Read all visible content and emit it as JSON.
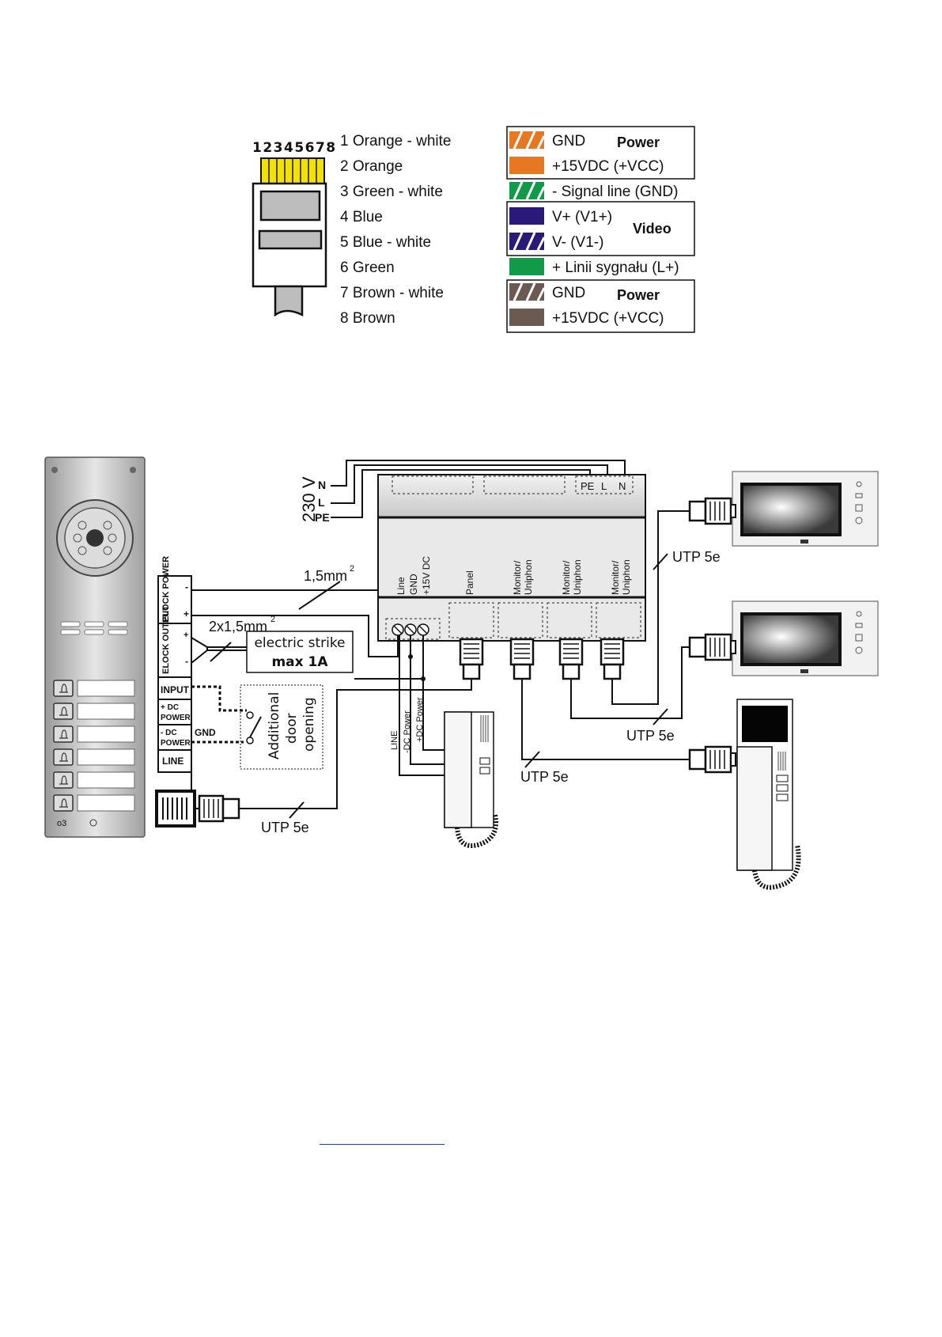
{
  "connector": {
    "pin_numbers": "12345678",
    "pins": [
      {
        "label": "1 Orange - white"
      },
      {
        "label": "2 Orange"
      },
      {
        "label": "3 Green - white"
      },
      {
        "label": "4 Blue"
      },
      {
        "label": "5 Blue - white"
      },
      {
        "label": "6 Green"
      },
      {
        "label": "7 Brown - white"
      },
      {
        "label": "8 Brown"
      }
    ]
  },
  "legend": {
    "rows": [
      {
        "text": "GND",
        "swatch": "#e87722",
        "striped": true
      },
      {
        "text": "+15VDC (+VCC)",
        "swatch": "#e87722",
        "striped": false
      },
      {
        "text": "- Signal line (GND)",
        "swatch": "#119a48",
        "striped": true
      },
      {
        "text": "V+ (V1+)",
        "swatch": "#2b1a7a",
        "striped": false
      },
      {
        "text": "V- (V1-)",
        "swatch": "#2b1a7a",
        "striped": true
      },
      {
        "text": "+ Linii sygnału (L+)",
        "swatch": "#119a48",
        "striped": false
      },
      {
        "text": "GND",
        "swatch": "#6b5a52",
        "striped": true
      },
      {
        "text": "+15VDC (+VCC)",
        "swatch": "#6b5a52",
        "striped": false
      }
    ],
    "group_power_top": "Power",
    "group_video": "Video",
    "group_power_bottom": "Power"
  },
  "mains": {
    "voltage": "230 V",
    "n": "N",
    "l": "L",
    "pe": "PE"
  },
  "psu": {
    "terminal_labels": [
      "PE",
      "L",
      "N"
    ],
    "ports": [
      "Line",
      "GND",
      "+15V DC",
      "Panel",
      "Monitor/\nUniphon",
      "Monitor/\nUniphon",
      "Monitor/\nUniphon"
    ]
  },
  "panel_terminals": {
    "elock_power": "ELOCK POWER",
    "elock_output": "ELOCK OUTPUT",
    "input": "INPUT",
    "dc_plus_1": "+ DC",
    "dc_plus_2": "POWER",
    "dc_minus_1": "- DC",
    "dc_minus_2": "POWER",
    "line": "LINE",
    "plus": "+",
    "minus": "-",
    "gnd": "GND"
  },
  "labels": {
    "wire_1_5": "1,5mm",
    "wire_2x1_5": "2x1,5mm",
    "sup2": "2",
    "strike_line1": "electric strike",
    "strike_line2": "max 1A",
    "door_1": "Additional",
    "door_2": "door",
    "door_3": "opening",
    "utp": "UTP 5e",
    "line_vert": "LINE",
    "dc_minus_power": "-DC Power",
    "dc_plus_power": "+DC Power"
  },
  "colors": {
    "orange": "#e87722",
    "green": "#119a48",
    "blue": "#2b1a7a",
    "brown": "#6b5a52",
    "connector_yellow": "#f3e200"
  }
}
